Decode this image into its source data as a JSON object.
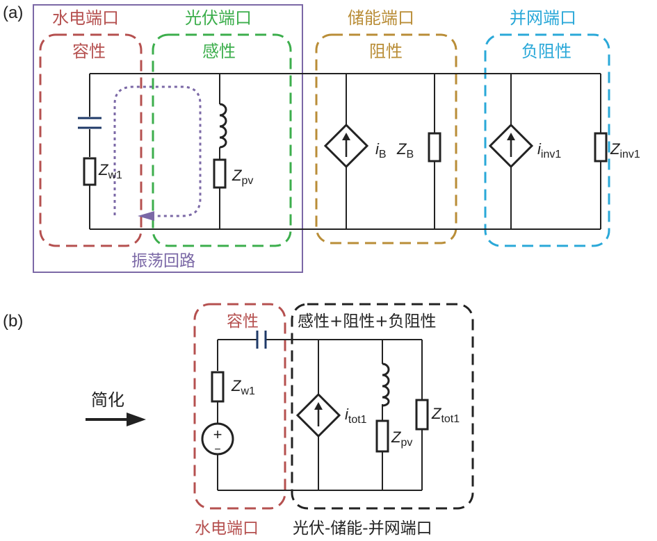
{
  "panel_a": {
    "tag": "(a)",
    "ports": {
      "hydro": {
        "title": "水电端口",
        "nature": "容性",
        "color": "#b5504f"
      },
      "pv": {
        "title": "光伏端口",
        "nature": "感性",
        "color": "#3cae4c"
      },
      "storage": {
        "title": "储能端口",
        "nature": "阻性",
        "color": "#b98d37"
      },
      "grid": {
        "title": "并网端口",
        "nature": "负阻性",
        "color": "#2aa8d8"
      }
    },
    "loop_label": "振荡回路",
    "loop_color": "#7b68a6",
    "components": {
      "zw1": {
        "main": "Z",
        "sub": "w1"
      },
      "zpv": {
        "main": "Z",
        "sub": "pv"
      },
      "ib": {
        "main": "i",
        "sub": "B"
      },
      "zb": {
        "main": "Z",
        "sub": "B"
      },
      "iinv1": {
        "main": "i",
        "sub": "inv1"
      },
      "zinv1": {
        "main": "Z",
        "sub": "inv1"
      }
    }
  },
  "panel_b": {
    "tag": "(b)",
    "arrow_label": "简化",
    "hydro_nature": "容性",
    "hydro_title": "水电端口",
    "combined_nature": "感性+阻性+负阻性",
    "combined_title": "光伏-储能-并网端口",
    "components": {
      "zw1": {
        "main": "Z",
        "sub": "w1"
      },
      "itot1": {
        "main": "i",
        "sub": "tot1"
      },
      "zpv": {
        "main": "Z",
        "sub": "pv"
      },
      "ztot1": {
        "main": "Z",
        "sub": "tot1"
      },
      "source_plus": "+",
      "source_minus": "−"
    }
  },
  "colors": {
    "wire": "#222222",
    "capacitor": "#1f3a68",
    "combined_box": "#222222"
  }
}
